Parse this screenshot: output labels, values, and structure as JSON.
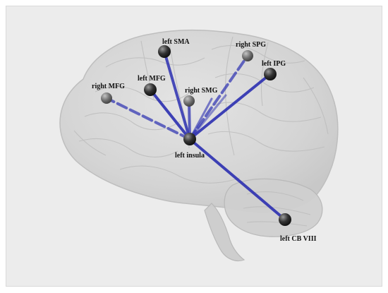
{
  "colors": {
    "background": "#ececec",
    "brain_fill": "#d6d6d6",
    "brain_outline": "#bdbdbd",
    "connection": "#2b2fb0",
    "node": "#2c2c2c",
    "node_faded": "#6a6a6a"
  },
  "hub": {
    "label": "left insula"
  },
  "nodes": [
    {
      "id": "left-sma",
      "label": "left SMA"
    },
    {
      "id": "right-spg",
      "label": "right SPG"
    },
    {
      "id": "left-ipg",
      "label": "left IPG"
    },
    {
      "id": "left-mfg",
      "label": "left MFG"
    },
    {
      "id": "right-mfg",
      "label": "right MFG"
    },
    {
      "id": "right-smg",
      "label": "right SMG"
    },
    {
      "id": "left-cb-viii",
      "label": "left CB VIII"
    }
  ]
}
